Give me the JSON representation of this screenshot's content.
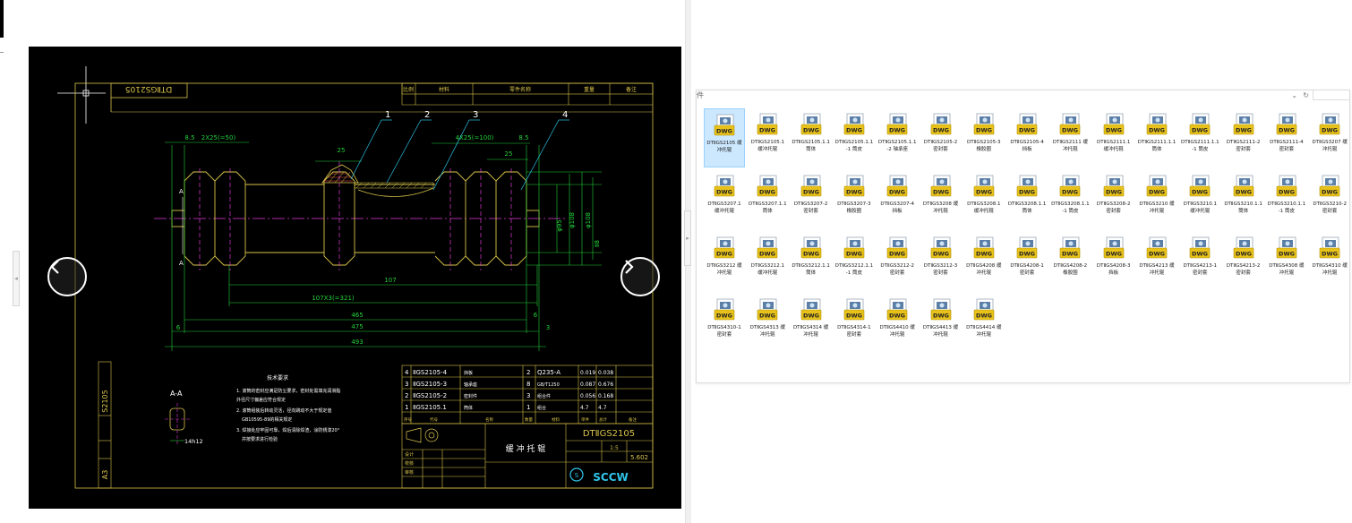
{
  "address_bar": {
    "partial_text": "件",
    "dropdown_glyph": "⌄",
    "refresh_glyph": "↻"
  },
  "colors": {
    "cad_background": "#000000",
    "cad_yellow": "#d9c44a",
    "cad_green": "#23d13a",
    "cad_cyan": "#2ec5e8",
    "cad_blue": "#3a52ff",
    "cad_magenta": "#e03ad9",
    "cad_white": "#ffffff",
    "selection": "#cce8ff"
  },
  "viewer": {
    "prev_icon": "chevron-left-icon",
    "next_icon": "chevron-right-icon",
    "drawing": {
      "title_mirrored": "DTⅡGS2105",
      "part_no_vertical": "S2105",
      "sheet_size": "A3",
      "header_cols": [
        "比例",
        "材料",
        "零件名称",
        "重量",
        "备注"
      ],
      "dims": {
        "d1": "8.5",
        "d2": "2X25(=50)",
        "d3": "25",
        "d4": "4X25(=100)",
        "d5": "8.5",
        "d6": "25",
        "d7": "107",
        "d8": "107X3(=321)",
        "d9": "465",
        "d10": "475",
        "d11": "493",
        "d12": "6",
        "d13": "3",
        "d14": "6",
        "v1": "φ95",
        "v2": "φ108",
        "v3": "φ108",
        "v4": "Ⅱ8"
      },
      "balloons": [
        "1",
        "2",
        "3",
        "4"
      ],
      "section_a_top": "A",
      "section_a_bottom": "A",
      "section_label": "A-A",
      "section_note": "14h12",
      "notes_title": "技术要求",
      "notes": [
        "1. 滚筒的密封应满足防尘要求，密封处需填充润滑脂",
        "   外径尺寸偏差应符合规定",
        "2. 滚筒组装后转动灵活，径向跳动不大于规定值",
        "   GB10595-89的相关规定",
        "3. 焊接处应牢固可靠，焊后清除焊渣，涂防锈漆20°",
        "   并按要求进行检验"
      ],
      "bom": [
        {
          "no": "4",
          "code": "ⅡGS2105-4",
          "name": "挡板",
          "qty": "2",
          "material": "Q235-A",
          "w1": "0.019",
          "w2": "0.038"
        },
        {
          "no": "3",
          "code": "ⅡGS2105-3",
          "name": "轴承座",
          "qty": "8",
          "material": "GB/T1250",
          "w1": "0.087",
          "w2": "0.676"
        },
        {
          "no": "2",
          "code": "ⅡGS2105-2",
          "name": "密封件",
          "qty": "3",
          "material": "组合件",
          "w1": "0.056",
          "w2": "0.168"
        },
        {
          "no": "1",
          "code": "ⅡGS2105.1",
          "name": "筒体",
          "qty": "1",
          "material": "组合",
          "w1": "4.7",
          "w2": "4.7"
        }
      ],
      "bom_header": [
        "序号",
        "代号",
        "名称",
        "数量",
        "材料",
        "单件",
        "总计",
        "备注"
      ],
      "title_block": {
        "part_name": "缓 冲 托 辊",
        "drawing_no": "DTⅡGS2105",
        "scale": "1:5",
        "weight": "5.602",
        "company": "SCCW",
        "drawn_by": "设计",
        "checked": "校核",
        "approved": "审核"
      }
    }
  },
  "files": [
    {
      "name": "DTⅡGS2105 缓冲托辊",
      "selected": true
    },
    {
      "name": "DTⅡGS2105.1 缓冲托辊"
    },
    {
      "name": "DTⅡGS2105.1.1 筒体"
    },
    {
      "name": "DTⅡGS2105.1.1-1 筒皮"
    },
    {
      "name": "DTⅡGS2105.1.1-2 轴承座"
    },
    {
      "name": "DTⅡGS2105-2 密封套"
    },
    {
      "name": "DTⅡGS2105-3 橡胶圈"
    },
    {
      "name": "DTⅡGS2105-4 挡板"
    },
    {
      "name": "DTⅡGS2111 缓冲托辊"
    },
    {
      "name": "DTⅡGS2111.1 缓冲托辊"
    },
    {
      "name": "DTⅡGS2111.1.1 筒体"
    },
    {
      "name": "DTⅡGS2111.1.1-1 筒皮"
    },
    {
      "name": "DTⅡGS2111-2 密封套"
    },
    {
      "name": "DTⅡGS2111-4 密封套"
    },
    {
      "name": "DTⅡGS3207 缓冲托辊"
    },
    {
      "name": "DTⅡGS3207.1 缓冲托辊"
    },
    {
      "name": "DTⅡGS3207.1.1 筒体"
    },
    {
      "name": "DTⅡGS3207-2 密封套"
    },
    {
      "name": "DTⅡGS3207-3 橡胶圈"
    },
    {
      "name": "DTⅡGS3207-4 挡板"
    },
    {
      "name": "DTⅡGS3208 缓冲托辊"
    },
    {
      "name": "DTⅡGS3208.1 缓冲托辊"
    },
    {
      "name": "DTⅡGS3208.1.1 筒体"
    },
    {
      "name": "DTⅡGS3208.1.1-1 筒皮"
    },
    {
      "name": "DTⅡGS3208-2 密封套"
    },
    {
      "name": "DTⅡGS3210 缓冲托辊"
    },
    {
      "name": "DTⅡGS3210.1 缓冲托辊"
    },
    {
      "name": "DTⅡGS3210.1.1 筒体"
    },
    {
      "name": "DTⅡGS3210.1.1-1 筒皮"
    },
    {
      "name": "DTⅡGS3210-2 密封套"
    },
    {
      "name": "DTⅡGS3212 缓冲托辊"
    },
    {
      "name": "DTⅡGS3212.1 缓冲托辊"
    },
    {
      "name": "DTⅡGS3212.1.1 筒体"
    },
    {
      "name": "DTⅡGS3212.1.1-1 筒皮"
    },
    {
      "name": "DTⅡGS3212-2 密封套"
    },
    {
      "name": "DTⅡGS3212-3 密封套"
    },
    {
      "name": "DTⅡGS4208 缓冲托辊"
    },
    {
      "name": "DTⅡGS4208-1 密封套"
    },
    {
      "name": "DTⅡGS4208-2 橡胶圈"
    },
    {
      "name": "DTⅡGS4208-3 挡板"
    },
    {
      "name": "DTⅡGS4213 缓冲托辊"
    },
    {
      "name": "DTⅡGS4213-1 密封套"
    },
    {
      "name": "DTⅡGS4213-2 密封套"
    },
    {
      "name": "DTⅡGS4308 缓冲托辊"
    },
    {
      "name": "DTⅡGS4310 缓冲托辊"
    },
    {
      "name": "DTⅡGS4310-1 密封套"
    },
    {
      "name": "DTⅡGS4313 缓冲托辊"
    },
    {
      "name": "DTⅡGS4314 缓冲托辊"
    },
    {
      "name": "DTⅡGS4314-1 密封套"
    },
    {
      "name": "DTⅡGS4410 缓冲托辊"
    },
    {
      "name": "DTⅡGS4413 缓冲托辊"
    },
    {
      "name": "DTⅡGS4414 缓冲托辊"
    }
  ],
  "file_icon_label": "DWG"
}
